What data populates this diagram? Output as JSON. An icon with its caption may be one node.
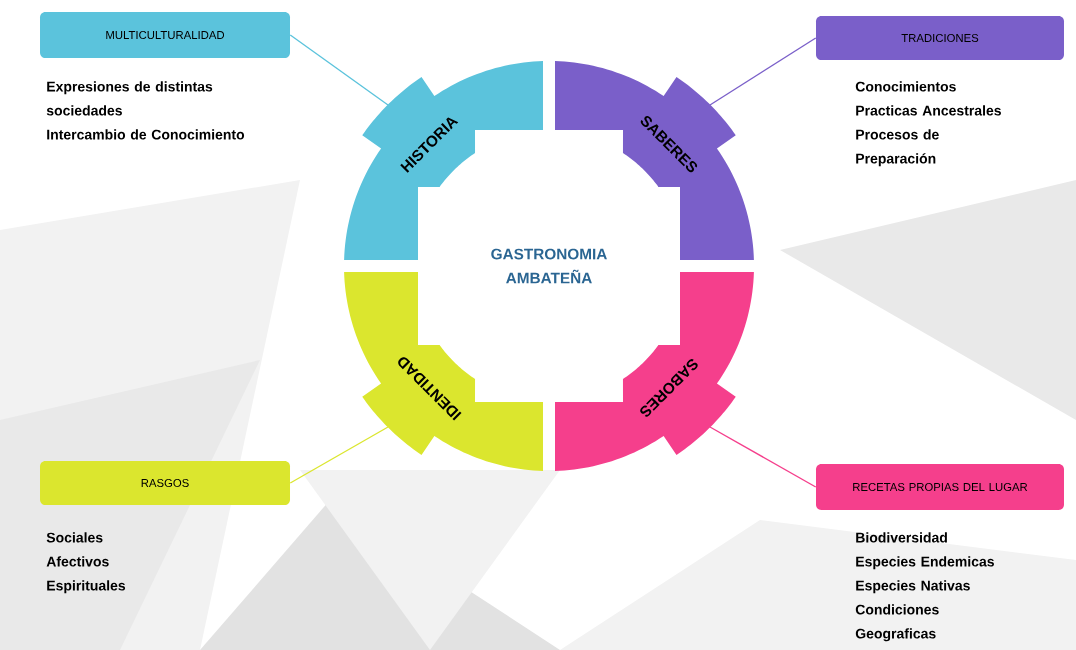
{
  "diagram": {
    "nodes": [
      {
        "text": [
          "MULTICULTURALIDAD"
        ],
        "beside": [
          "Expresiones de distintas sociedades",
          "Intercambio de Conocimiento"
        ]
      },
      {
        "text": [
          "TRADICIONES"
        ],
        "beside": [
          "Conocimientos",
          "Practicas Ancestrales",
          "Procesos de Preparación"
        ]
      },
      {
        "text": [
          "HISTORIA"
        ]
      },
      {
        "text": [
          "SABERES"
        ]
      },
      {
        "text": [
          "GASTRONOMIA AMBATEÑA"
        ]
      },
      {
        "text": [
          "IDENTIDAD"
        ]
      },
      {
        "text": [
          "SABORES"
        ]
      },
      {
        "text": [
          "RASGOS"
        ],
        "beside": [
          "Sociales",
          "Afectivos",
          "Espirituales"
        ]
      },
      {
        "text": [
          "RECETAS PROPIAS DEL LUGAR"
        ],
        "beside": [
          "Biodiversidad",
          "Especies Endemicas",
          "Especies Nativas",
          "Condiciones Geograficas"
        ]
      }
    ],
    "edges": [
      {
        "from": 2,
        "to": 0,
        "arrow": "none",
        "color": "#5bc3dc"
      },
      {
        "from": 3,
        "to": 1,
        "arrow": "none",
        "color": "#7a5fc9"
      },
      {
        "from": 5,
        "to": 7,
        "arrow": "none",
        "color": "#dbe62e"
      },
      {
        "from": 6,
        "to": 8,
        "arrow": "none",
        "color": "#f53f8c"
      }
    ]
  }
}
